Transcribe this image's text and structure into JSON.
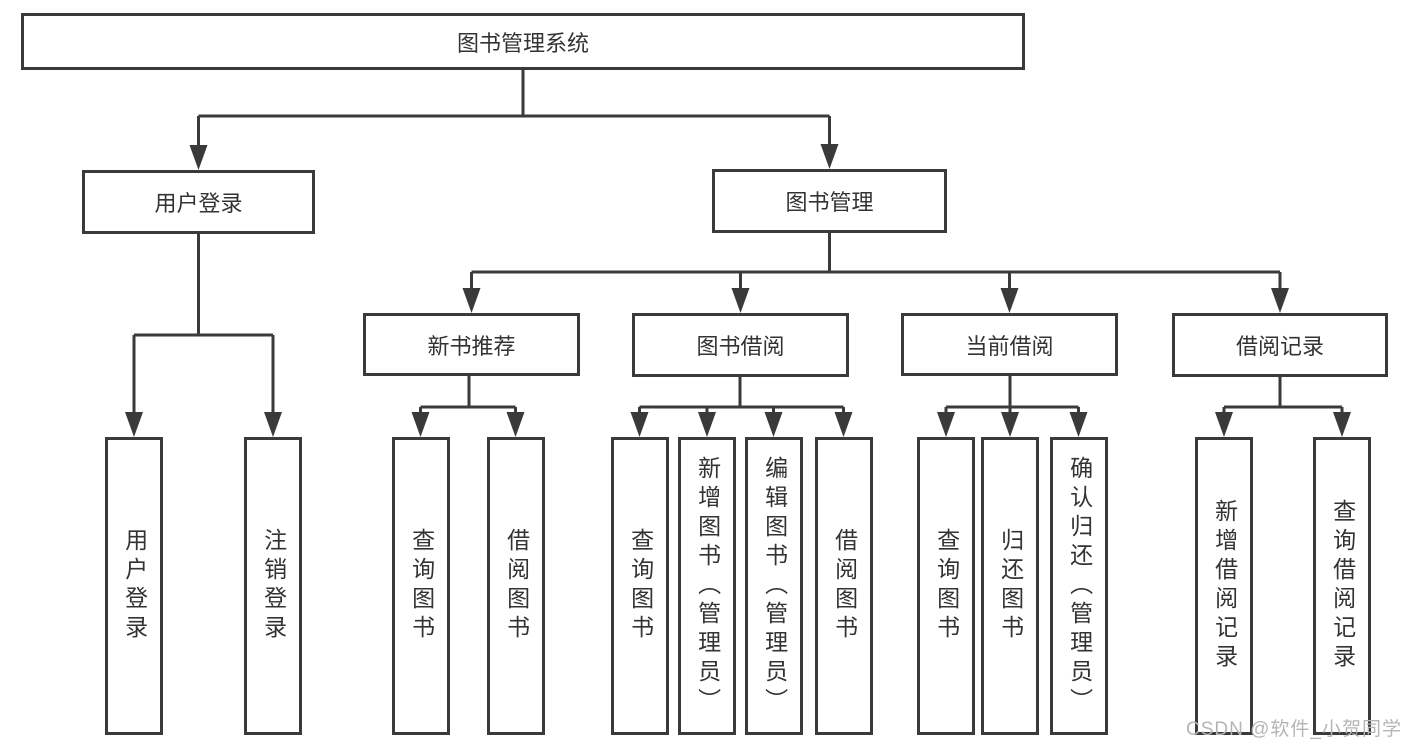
{
  "diagram_title": "图书管理系统",
  "tree": {
    "root": {
      "label": "图书管理系统"
    },
    "level2": [
      {
        "label": "用户登录",
        "children": [
          "用户登录",
          "注销登录"
        ]
      },
      {
        "label": "图书管理"
      }
    ],
    "level3": [
      {
        "label": "新书推荐",
        "children": [
          "查询图书",
          "借阅图书"
        ]
      },
      {
        "label": "图书借阅",
        "children": [
          "查询图书",
          "新增图书（管理员）",
          "编辑图书（管理员）",
          "借阅图书"
        ]
      },
      {
        "label": "当前借阅",
        "children": [
          "查询图书",
          "归还图书",
          "确认归还（管理员）"
        ]
      },
      {
        "label": "借阅记录",
        "children": [
          "新增借阅记录",
          "查询借阅记录"
        ]
      }
    ]
  },
  "watermark": {
    "text": "CSDN @软件_小贺同学"
  },
  "colors": {
    "line": "#3a3a3a",
    "box_border": "#3a3a3a",
    "text": "#333333",
    "watermark": "#b5b5b5",
    "background": "#ffffff"
  }
}
